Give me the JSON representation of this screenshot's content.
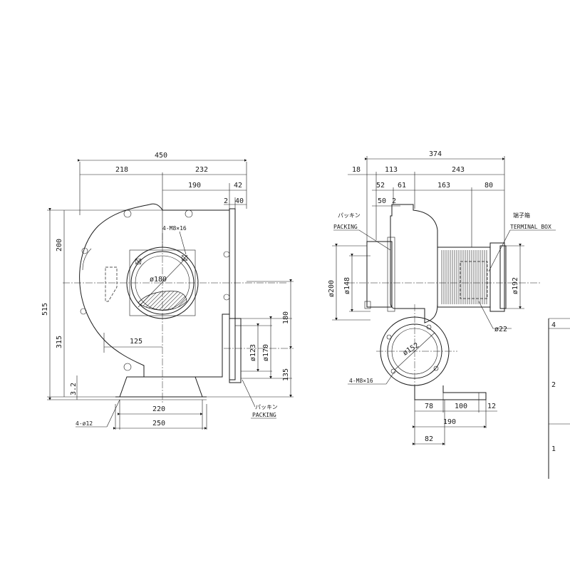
{
  "front_view": {
    "dim_total_width": "450",
    "dim_left": "218",
    "dim_right": "232",
    "dim_outlet_offset": "190",
    "dim_flange_outer": "42",
    "dim_flange_gap": "2",
    "dim_flange_width": "40",
    "dim_height_total": "515",
    "dim_upper": "200",
    "dim_lower": "315",
    "dim_base": "3.2",
    "dim_inlet_dia": "ø180",
    "dim_bolt_inlet": "4-M8×16",
    "dim_inlet_offset": "125",
    "dim_outlet_inner": "ø123",
    "dim_outlet_outer": "ø170",
    "dim_outlet_up": "180",
    "dim_outlet_down": "135",
    "dim_foot_holes": "4-ø12",
    "dim_foot_inner": "220",
    "dim_foot_outer": "250",
    "packing_jp": "パッキン",
    "packing_en": "PACKING"
  },
  "side_view": {
    "dim_total": "374",
    "dim_a": "18",
    "dim_b": "113",
    "dim_c": "243",
    "dim_d": "52",
    "dim_e": "61",
    "dim_f": "163",
    "dim_g": "80",
    "dim_h": "50",
    "dim_i": "2",
    "dim_dia200": "ø200",
    "dim_dia148": "ø148",
    "dim_dia192": "ø192",
    "dim_dia22": "ø22",
    "dim_dia152": "ø152",
    "dim_bolt_outlet": "4-M8×16",
    "dim_foot_78": "78",
    "dim_foot_100": "100",
    "dim_foot_12": "12",
    "dim_foot_190": "190",
    "dim_foot_82": "82",
    "packing_jp": "パッキン",
    "packing_en": "PACKING",
    "terminal_jp": "端子箱",
    "terminal_en": "TERMINAL BOX"
  },
  "title_block": {
    "cell_1": "4",
    "cell_2": "2",
    "cell_3": "1"
  }
}
